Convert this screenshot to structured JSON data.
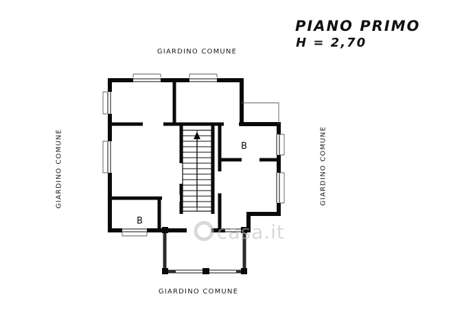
{
  "title": {
    "floor": "PIANO PRIMO",
    "height": "H = 2,70"
  },
  "labels": {
    "garden_top": "GIARDINO COMUNE",
    "garden_bottom": "GIARDINO COMUNE",
    "garden_left": "GIARDINO COMUNE",
    "garden_right": "GIARDINO COMUNE"
  },
  "rooms": {
    "bath_upper": "B",
    "bath_lower": "B"
  },
  "watermark": {
    "text": "casa.it"
  },
  "colors": {
    "ink": "#0a0a0a",
    "wall": "#0a0a0a",
    "balcony": "#2b2b2b",
    "sill": "#555555",
    "watermark": "#b9b9b9",
    "background": "#ffffff"
  }
}
